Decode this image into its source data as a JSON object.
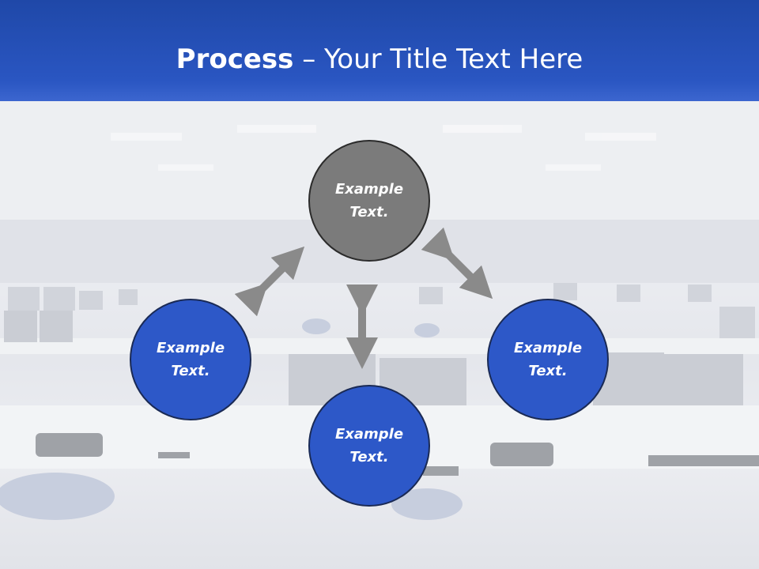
{
  "slide": {
    "title_bold": "Process",
    "title_dash": " – ",
    "title_rest": "Your Title Text Here"
  },
  "nodes": {
    "top": {
      "line1": "Example",
      "line2": "Text."
    },
    "left": {
      "line1": "Example",
      "line2": "Text."
    },
    "right": {
      "line1": "Example",
      "line2": "Text."
    },
    "bottom": {
      "line1": "Example",
      "line2": "Text."
    }
  },
  "colors": {
    "header_blue": "#2a56c2",
    "circle_blue": "#2d58c8",
    "circle_gray": "#7b7b7b",
    "arrow_gray": "#8a8a8a"
  },
  "icons": {
    "arrows": "double-headed-arrow"
  }
}
